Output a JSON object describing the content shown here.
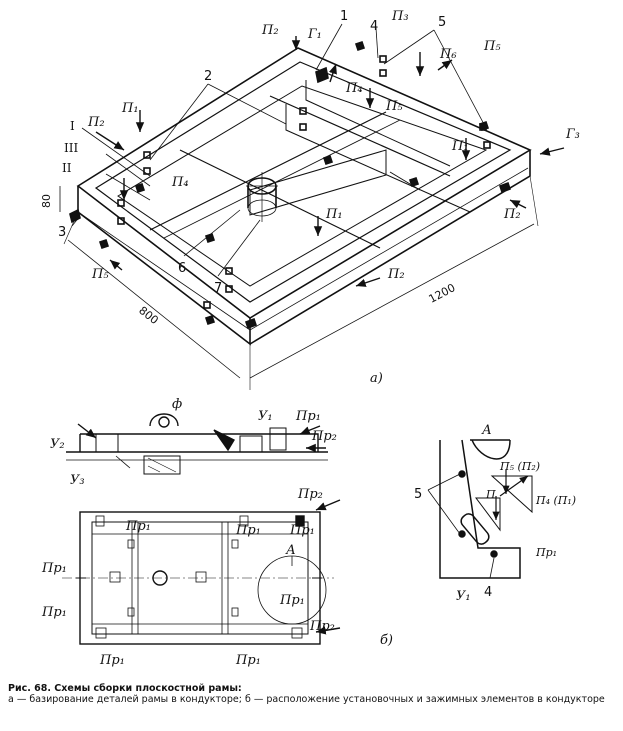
{
  "labels": {
    "P1": "П₁",
    "P2": "П₂",
    "P3": "П₃",
    "P4": "П₄",
    "P5": "П₅",
    "P6": "П₆",
    "G1": "Г₁",
    "G3": "Г₃",
    "roman_I": "I",
    "roman_II": "II",
    "roman_III": "III",
    "n1": "1",
    "n2": "2",
    "n3": "3",
    "n4": "4",
    "n5": "5",
    "n6": "6",
    "n7": "7",
    "dim_80": "80",
    "dim_800": "800",
    "dim_1200": "1200",
    "fig_a": "а)",
    "fig_b": "б)",
    "phi": "ф",
    "Y1": "У₁",
    "Y2": "У₂",
    "Y3": "У₃",
    "Pr1": "Пр₁",
    "Pr2": "Пр₂",
    "A": "А",
    "P": "П",
    "P5P2": "П₅ (П₂)",
    "P4P1": "П₄ (П₁)"
  },
  "caption": {
    "title": "Рис. 68. Схемы сборки плоскостной рамы:",
    "body": "а — базирование деталей рамы в кондукторе; б — расположение установочных и зажимных элементов в кондукторе"
  }
}
